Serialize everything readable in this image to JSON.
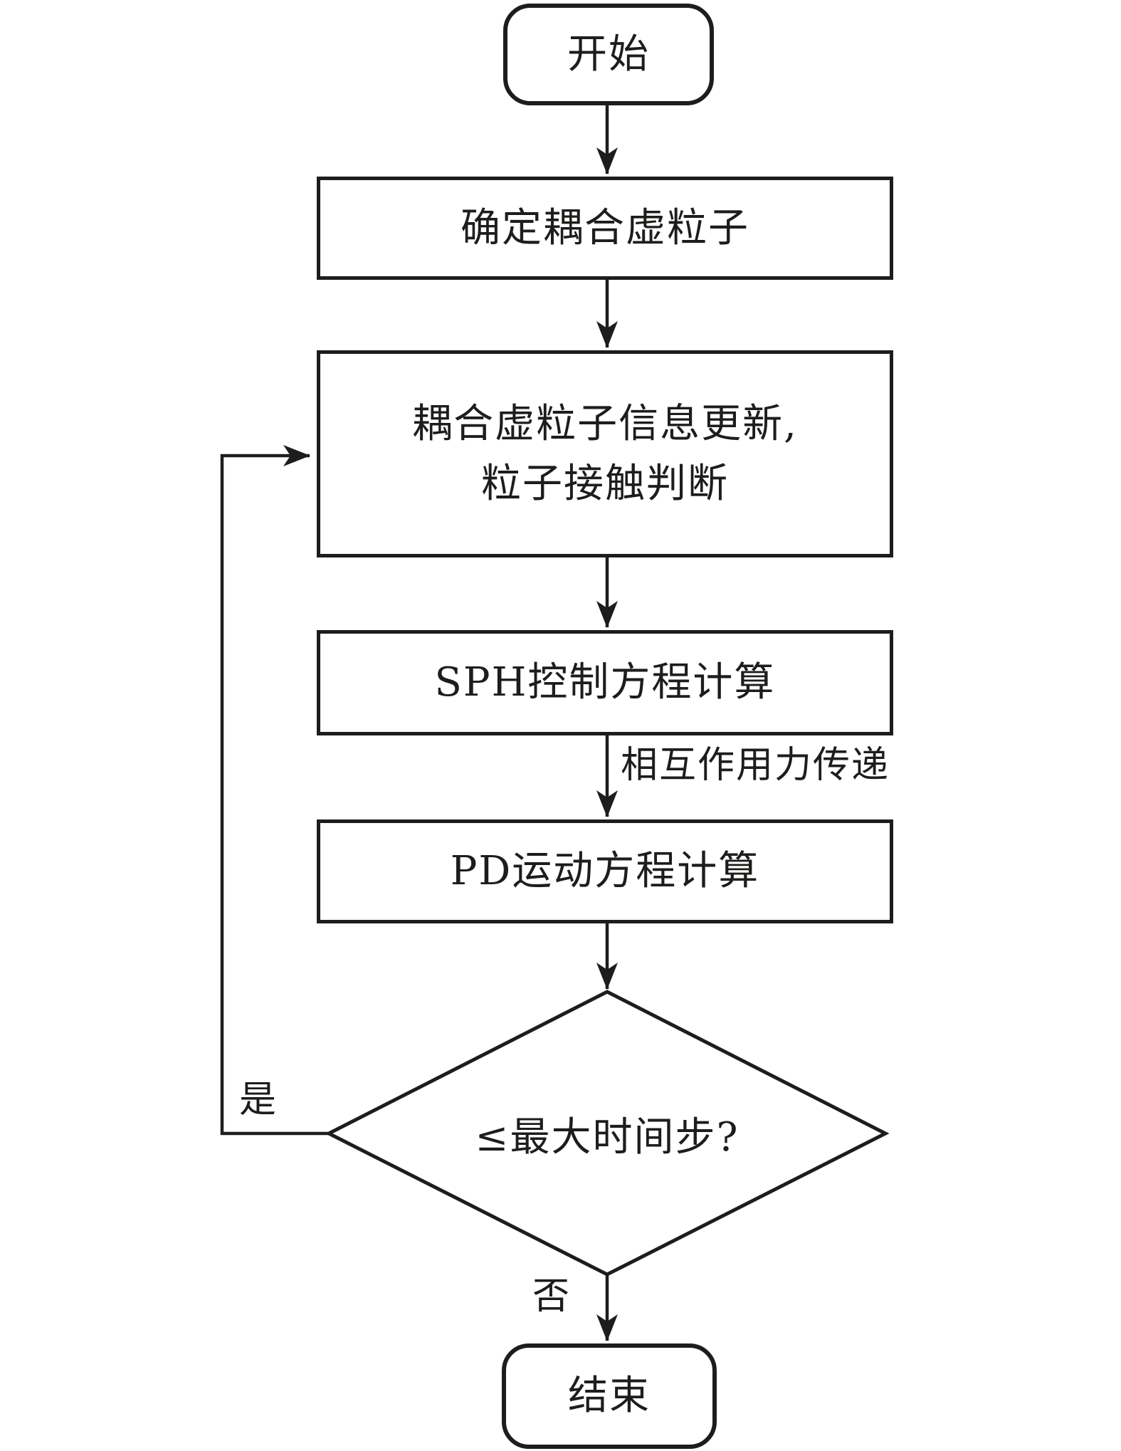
{
  "flowchart": {
    "nodes": {
      "start": {
        "label": "开始",
        "type": "terminal"
      },
      "determine": {
        "label": "确定耦合虚粒子",
        "type": "process"
      },
      "update": {
        "label_line1": "耦合虚粒子信息更新,",
        "label_line2": "粒子接触判断",
        "type": "process"
      },
      "sph": {
        "label": "SPH控制方程计算",
        "type": "process"
      },
      "pd": {
        "label": "PD运动方程计算",
        "type": "process"
      },
      "decision": {
        "label": "≤最大时间步?",
        "type": "decision"
      },
      "end": {
        "label": "结束",
        "type": "terminal"
      }
    },
    "edge_labels": {
      "force_transfer": "相互作用力传递",
      "yes": "是",
      "no": "否"
    },
    "colors": {
      "stroke": "#1d1d1b",
      "background": "#ffffff"
    }
  }
}
